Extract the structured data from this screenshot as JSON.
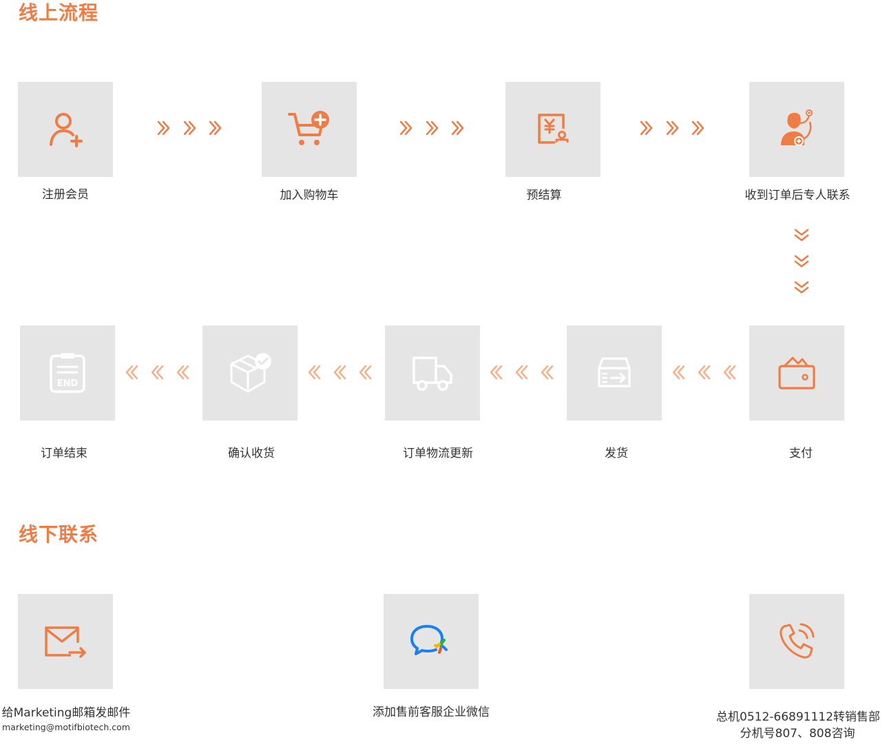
{
  "colors": {
    "accent": "#f07c45",
    "accent_light": "#f5b089",
    "tile_bg": "#e5e5e5",
    "icon_white": "#ffffff",
    "text": "#333333"
  },
  "online": {
    "title": "线上流程",
    "row1": [
      {
        "label": "注册会员",
        "icon": "user-add-icon"
      },
      {
        "label": "加入购物车",
        "icon": "cart-add-icon"
      },
      {
        "label": "预结算",
        "icon": "invoice-yuan-icon"
      },
      {
        "label": "收到订单后专人联系",
        "icon": "customer-service-icon"
      }
    ],
    "row2": [
      {
        "label": "订单结束",
        "icon": "clipboard-end-icon"
      },
      {
        "label": "确认收货",
        "icon": "box-check-icon"
      },
      {
        "label": "订单物流更新",
        "icon": "truck-icon"
      },
      {
        "label": "发货",
        "icon": "shipping-box-icon"
      },
      {
        "label": "支付",
        "icon": "wallet-icon"
      }
    ]
  },
  "offline": {
    "title": "线下联系",
    "items": [
      {
        "label": "给Marketing邮箱发邮件",
        "sub": "marketing@motifbiotech.com",
        "icon": "mail-send-icon"
      },
      {
        "label": "添加售前客服企业微信",
        "icon": "wecom-icon"
      },
      {
        "label": "总机0512-66891112转销售部",
        "sub": "分机号807、808咨询",
        "icon": "phone-icon"
      }
    ]
  }
}
